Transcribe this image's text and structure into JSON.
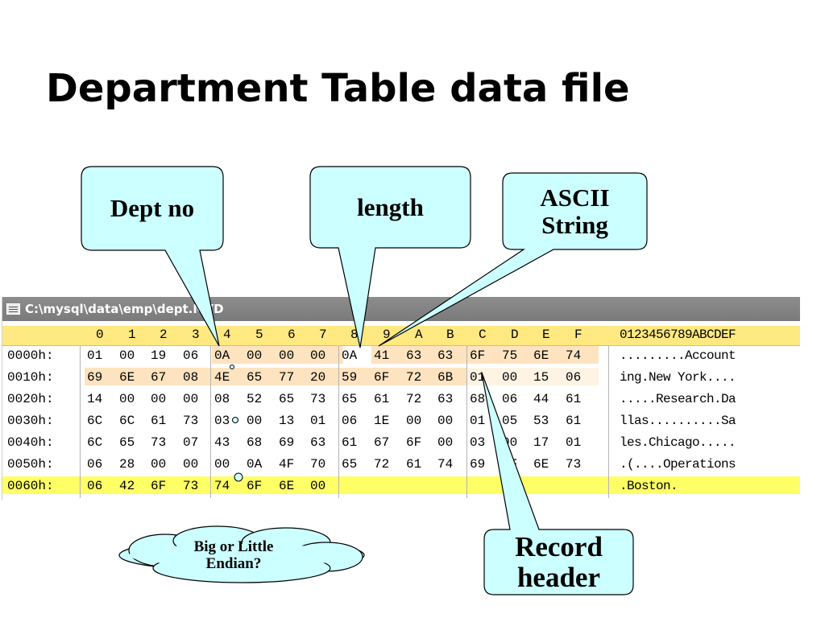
{
  "slide": {
    "title": "Department Table data file"
  },
  "callouts": {
    "dept_no": "Dept no",
    "length": "length",
    "ascii_string_line1": "ASCII",
    "ascii_string_line2": "String",
    "record_header_line1": "Record",
    "record_header_line2": "header",
    "endian_line1": "Big or Little",
    "endian_line2": "Endian?"
  },
  "colors": {
    "callout_fill": "#ccffff",
    "header_band": "#ffe980",
    "highlight_light": "#fde3bf",
    "highlight_yellow": "#ffff66",
    "titlebar": "#808080"
  },
  "hex_editor": {
    "window_title": "C:\\mysql\\data\\emp\\dept.MYD",
    "column_headers": [
      "0",
      "1",
      "2",
      "3",
      "4",
      "5",
      "6",
      "7",
      "8",
      "9",
      "A",
      "B",
      "C",
      "D",
      "E",
      "F"
    ],
    "ascii_header": "0123456789ABCDEF",
    "rows": [
      {
        "offset": "0000h:",
        "bytes": [
          "01",
          "00",
          "19",
          "06",
          "0A",
          "00",
          "00",
          "00",
          "0A",
          "41",
          "63",
          "63",
          "6F",
          "75",
          "6E",
          "74"
        ],
        "ascii": ".........Account"
      },
      {
        "offset": "0010h:",
        "bytes": [
          "69",
          "6E",
          "67",
          "08",
          "4E",
          "65",
          "77",
          "20",
          "59",
          "6F",
          "72",
          "6B",
          "01",
          "00",
          "15",
          "06"
        ],
        "ascii": "ing.New York...."
      },
      {
        "offset": "0020h:",
        "bytes": [
          "14",
          "00",
          "00",
          "00",
          "08",
          "52",
          "65",
          "73",
          "65",
          "61",
          "72",
          "63",
          "68",
          "06",
          "44",
          "61"
        ],
        "ascii": ".....Research.Da"
      },
      {
        "offset": "0030h:",
        "bytes": [
          "6C",
          "6C",
          "61",
          "73",
          "03",
          "00",
          "13",
          "01",
          "06",
          "1E",
          "00",
          "00",
          "01",
          "05",
          "53",
          "61"
        ],
        "ascii": "llas..........Sa"
      },
      {
        "offset": "0040h:",
        "bytes": [
          "6C",
          "65",
          "73",
          "07",
          "43",
          "68",
          "69",
          "63",
          "61",
          "67",
          "6F",
          "00",
          "03",
          "00",
          "17",
          "01"
        ],
        "ascii": "les.Chicago....."
      },
      {
        "offset": "0050h:",
        "bytes": [
          "06",
          "28",
          "00",
          "00",
          "00",
          "0A",
          "4F",
          "70",
          "65",
          "72",
          "61",
          "74",
          "69",
          "6F",
          "6E",
          "73"
        ],
        "ascii": ".(....Operations"
      },
      {
        "offset": "0060h:",
        "bytes": [
          "06",
          "42",
          "6F",
          "73",
          "74",
          "6F",
          "6E",
          "00"
        ],
        "ascii": ".Boston."
      }
    ]
  }
}
